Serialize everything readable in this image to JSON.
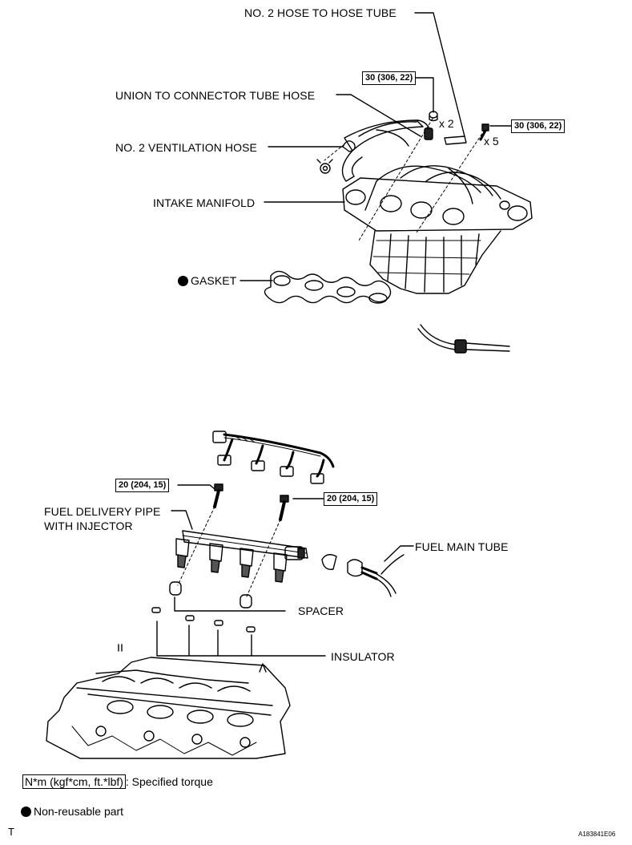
{
  "labels": {
    "no2_hose_to_hose_tube": "NO. 2 HOSE TO HOSE TUBE",
    "union_to_connector_tube_hose": "UNION TO CONNECTOR TUBE HOSE",
    "no2_ventilation_hose": "NO. 2 VENTILATION HOSE",
    "intake_manifold": "INTAKE MANIFOLD",
    "gasket": "GASKET",
    "fuel_delivery_pipe_line1": "FUEL DELIVERY PIPE",
    "fuel_delivery_pipe_line2": "WITH INJECTOR",
    "fuel_main_tube": "FUEL MAIN TUBE",
    "spacer": "SPACER",
    "insulator": "INSULATOR"
  },
  "torques": {
    "manifold_nut": "30 (306, 22)",
    "manifold_bolt": "30 (306, 22)",
    "delivery_bolt_left": "20 (204, 15)",
    "delivery_bolt_right": "20 (204, 15)"
  },
  "quantities": {
    "nuts": "x 2",
    "bolts": "x 5"
  },
  "legend": {
    "torque_box": "N*m (kgf*cm, ft.*lbf)",
    "torque_text": ": Specified torque",
    "nonreusable_text": "Non-reusable part"
  },
  "corner": {
    "left": "T",
    "right": "A183841E06"
  }
}
